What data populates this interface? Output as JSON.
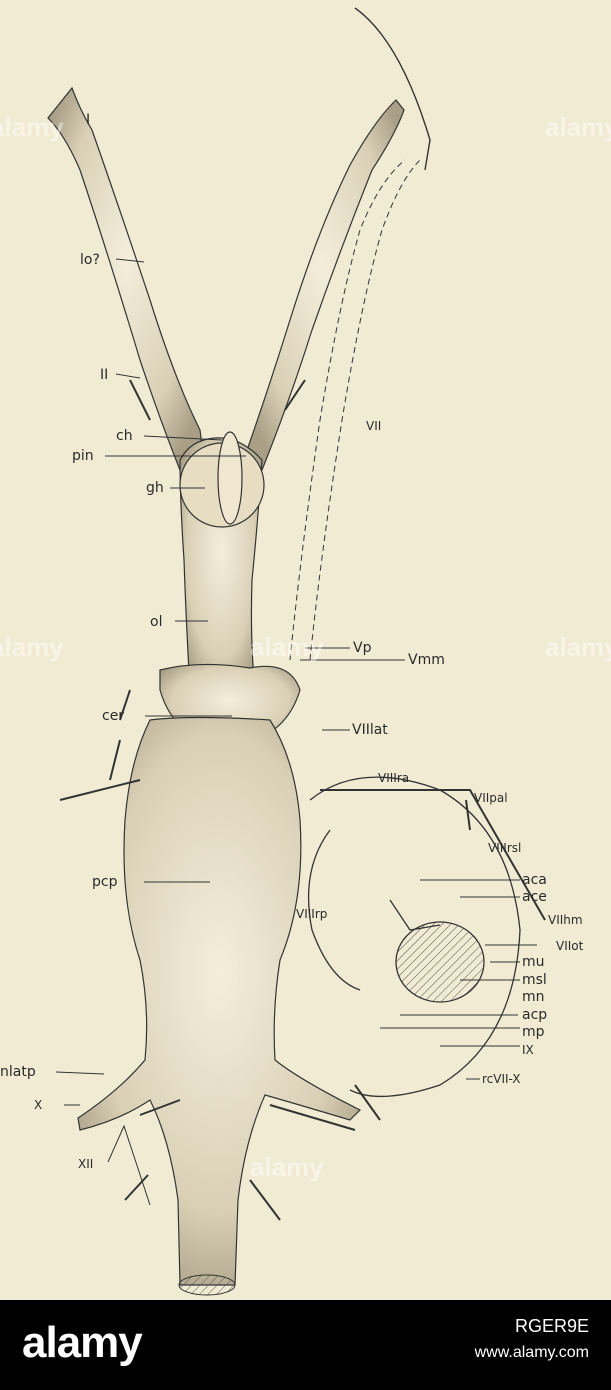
{
  "figure": {
    "labels": {
      "I": "I",
      "lo": "lo?",
      "II": "II",
      "ch": "ch",
      "pin": "pin",
      "gh": "gh",
      "VII": "VII",
      "ol": "ol",
      "Vp": "Vp",
      "Vmm": "Vmm",
      "cer": "cer",
      "VIIlat": "VIIlat",
      "VIIIra": "VIIIra",
      "VIIpal": "VIIpal",
      "VIIIrsl": "VIIIrsl",
      "pcp": "pcp",
      "aca": "aca",
      "ace": "ace",
      "VIIIrp": "VIIIrp",
      "VIIhm": "VIIhm",
      "VIIot": "VIIot",
      "mu": "mu",
      "msl": "msl",
      "mn": "mn",
      "acp": "acp",
      "mp": "mp",
      "IX": "IX",
      "nlatp": "nlatp",
      "X": "X",
      "rcVIIX": "rcVII-X",
      "XII": "XII"
    }
  },
  "watermark": {
    "text": "alamy"
  },
  "footer": {
    "logo": "alamy",
    "image_id": "RGER9E",
    "url": "www.alamy.com"
  },
  "colors": {
    "background": "#f2ebd4",
    "ink": "#2a2a2a",
    "footer": "#000000"
  }
}
